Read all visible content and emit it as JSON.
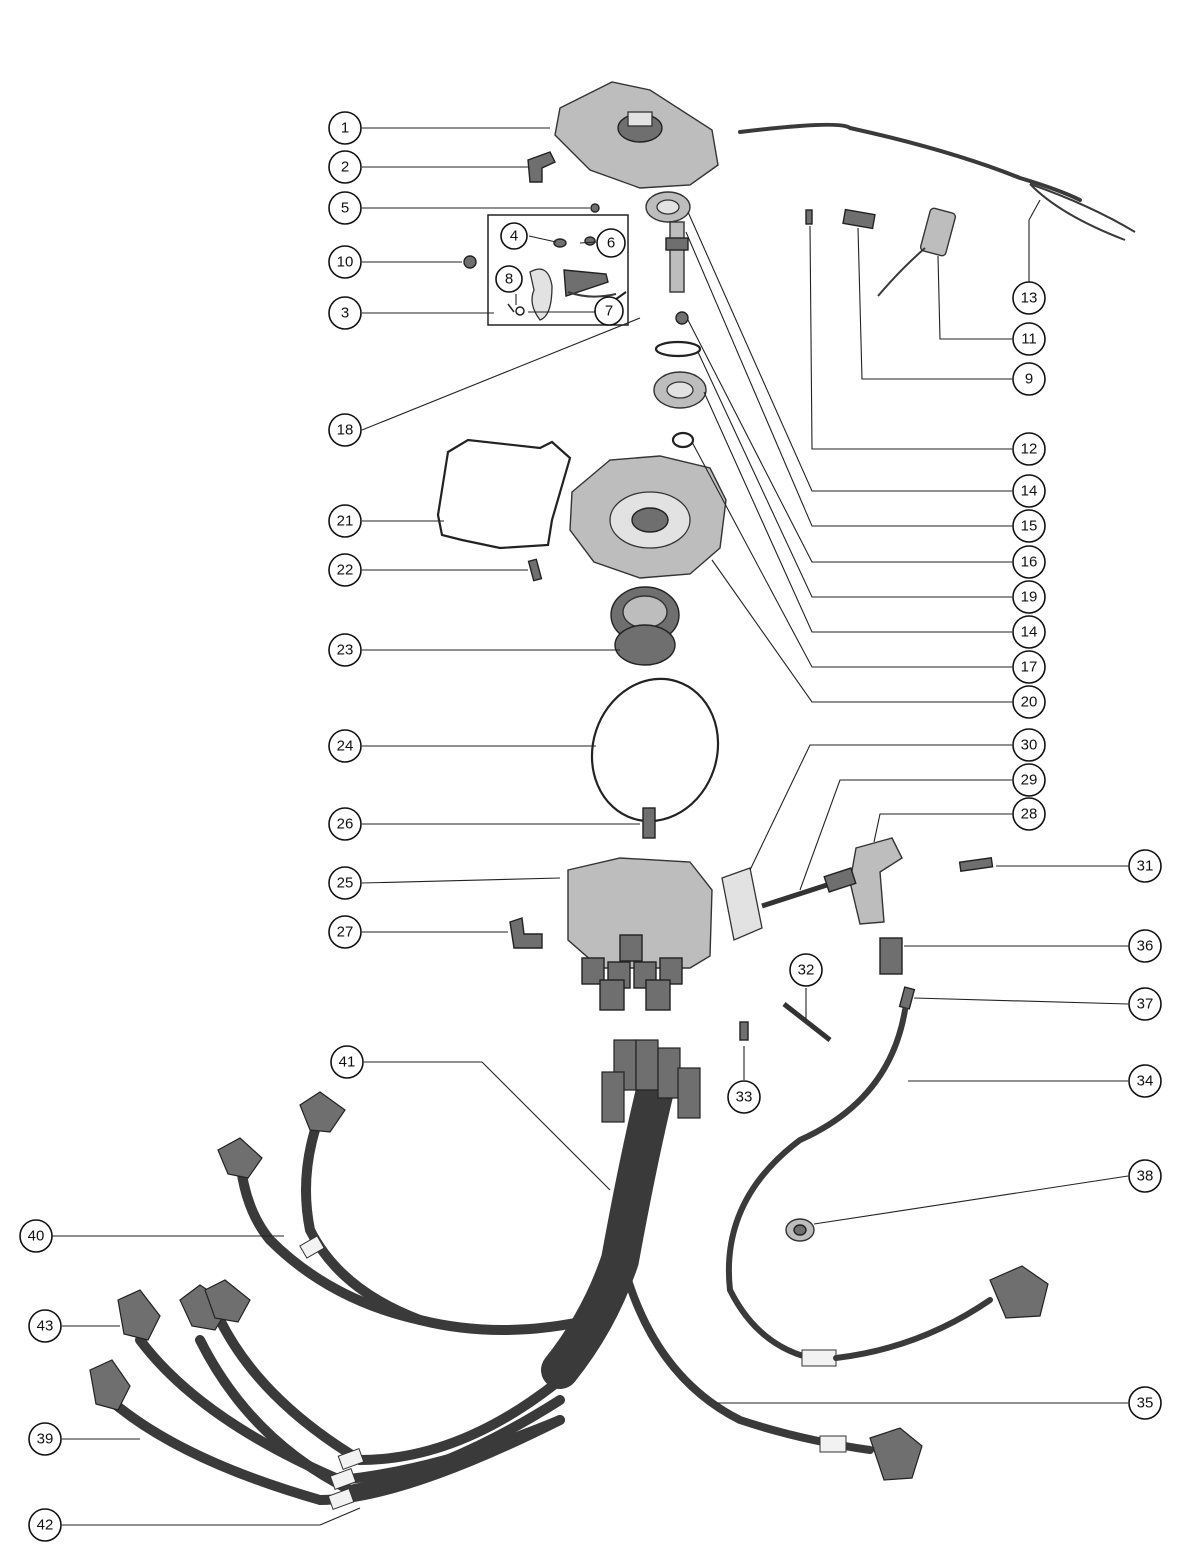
{
  "callouts": [
    {
      "label": "1"
    },
    {
      "label": "2"
    },
    {
      "label": "5"
    },
    {
      "label": "4"
    },
    {
      "label": "6"
    },
    {
      "label": "10"
    },
    {
      "label": "8"
    },
    {
      "label": "7"
    },
    {
      "label": "3"
    },
    {
      "label": "18"
    },
    {
      "label": "21"
    },
    {
      "label": "22"
    },
    {
      "label": "23"
    },
    {
      "label": "24"
    },
    {
      "label": "26"
    },
    {
      "label": "25"
    },
    {
      "label": "27"
    },
    {
      "label": "13"
    },
    {
      "label": "11"
    },
    {
      "label": "9"
    },
    {
      "label": "12"
    },
    {
      "label": "14"
    },
    {
      "label": "15"
    },
    {
      "label": "16"
    },
    {
      "label": "19"
    },
    {
      "label": "14"
    },
    {
      "label": "17"
    },
    {
      "label": "20"
    },
    {
      "label": "30"
    },
    {
      "label": "29"
    },
    {
      "label": "28"
    },
    {
      "label": "31"
    },
    {
      "label": "36"
    },
    {
      "label": "37"
    },
    {
      "label": "32"
    },
    {
      "label": "33"
    },
    {
      "label": "34"
    },
    {
      "label": "38"
    },
    {
      "label": "41"
    },
    {
      "label": "40"
    },
    {
      "label": "43"
    },
    {
      "label": "39"
    },
    {
      "label": "42"
    },
    {
      "label": "35"
    }
  ]
}
